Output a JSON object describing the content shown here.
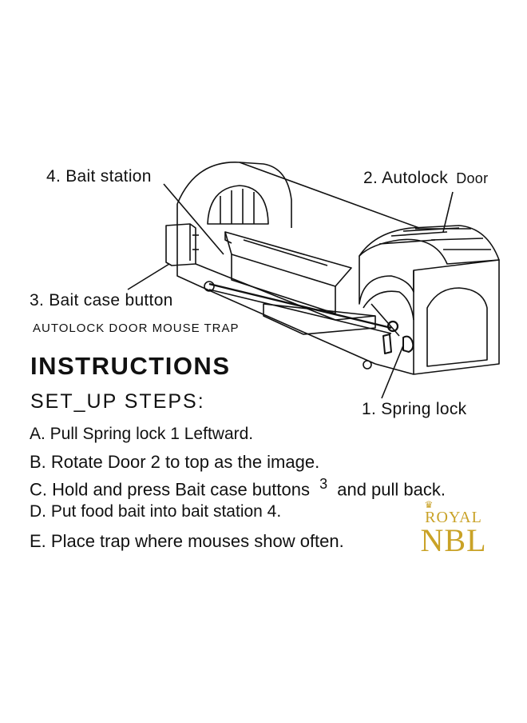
{
  "labels": {
    "bait_station": "4. Bait  station",
    "autolock_door": "2. Autolock",
    "autolock_door_word": "Door",
    "bait_case_button": "3. Bait  case  button",
    "spring_lock": "1. Spring  lock"
  },
  "product_name": "AUTOLOCK DOOR MOUSE TRAP",
  "heading": "INSTRUCTIONS",
  "setup_title": "SET_UP  STEPS:",
  "steps": [
    "A. Pull  Spring  lock  1  Leftward.",
    "B. Rotate  Door  2  to  top  as  the  image.",
    "C. Hold  and  press  Bait  case  buttons",
    "D. Put  food  bait  into  bait  station  4.",
    "E. Place  trap  where  mouses  show  often."
  ],
  "step_c_superscript": "3",
  "step_c_tail": "and  pull  back.",
  "logo": {
    "top": "ROYAL",
    "bottom": "NBL",
    "color": "#c9a227"
  }
}
